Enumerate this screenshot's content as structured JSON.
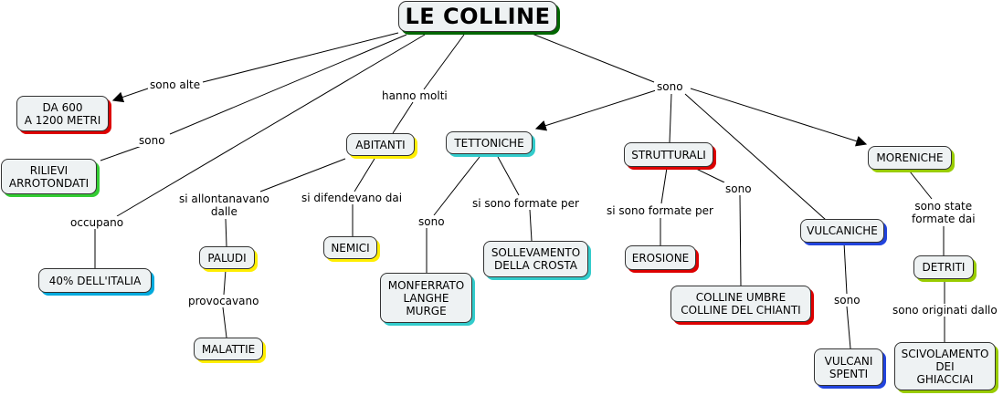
{
  "root": {
    "text": "LE COLLINE",
    "color": "#006600"
  },
  "nodes": {
    "da600": {
      "text": "DA 600\nA 1200 METRI",
      "color": "#dd0000"
    },
    "rilievi": {
      "text": "RILIEVI\nARROTONDATI",
      "color": "#33cc33"
    },
    "italia": {
      "text": "40% DELL'ITALIA",
      "color": "#00aadd"
    },
    "abitanti": {
      "text": "ABITANTI",
      "color": "#ffee00"
    },
    "paludi": {
      "text": "PALUDI",
      "color": "#ffee00"
    },
    "malattie": {
      "text": "MALATTIE",
      "color": "#ffee00"
    },
    "nemici": {
      "text": "NEMICI",
      "color": "#ffee00"
    },
    "tettoniche": {
      "text": "TETTONICHE",
      "color": "#33cccc"
    },
    "monferrato": {
      "text": "MONFERRATO\nLANGHE\nMURGE",
      "color": "#33cccc"
    },
    "sollevamento": {
      "text": "SOLLEVAMENTO\nDELLA CROSTA",
      "color": "#33cccc"
    },
    "strutturali": {
      "text": "STRUTTURALI",
      "color": "#dd0000"
    },
    "erosione": {
      "text": "EROSIONE",
      "color": "#dd0000"
    },
    "umbre": {
      "text": "COLLINE UMBRE\nCOLLINE DEL CHIANTI",
      "color": "#dd0000"
    },
    "vulcaniche": {
      "text": "VULCANICHE",
      "color": "#2244dd"
    },
    "spenti": {
      "text": "VULCANI\nSPENTI",
      "color": "#2244dd"
    },
    "moreniche": {
      "text": "MORENICHE",
      "color": "#99cc00"
    },
    "detriti": {
      "text": "DETRITI",
      "color": "#99cc00"
    },
    "scivolamento": {
      "text": "SCIVOLAMENTO\nDEI\nGHIACCIAI",
      "color": "#99cc00"
    }
  },
  "labels": {
    "sono_alte": "sono alte",
    "sono_1": "sono",
    "occupano": "occupano",
    "hanno_molti": "hanno molti",
    "sono_main": "sono",
    "si_allontanavano": "si allontanavano\ndalle",
    "si_difendevano": "si difendevano dai",
    "provocavano": "provocavano",
    "sono_tett": "sono",
    "formate_per_1": "si sono formate per",
    "formate_per_2": "si sono formate per",
    "sono_strutt": "sono",
    "sono_vulc": "sono",
    "state_formate": "sono state\nformate dai",
    "originati": "sono originati dallo"
  }
}
